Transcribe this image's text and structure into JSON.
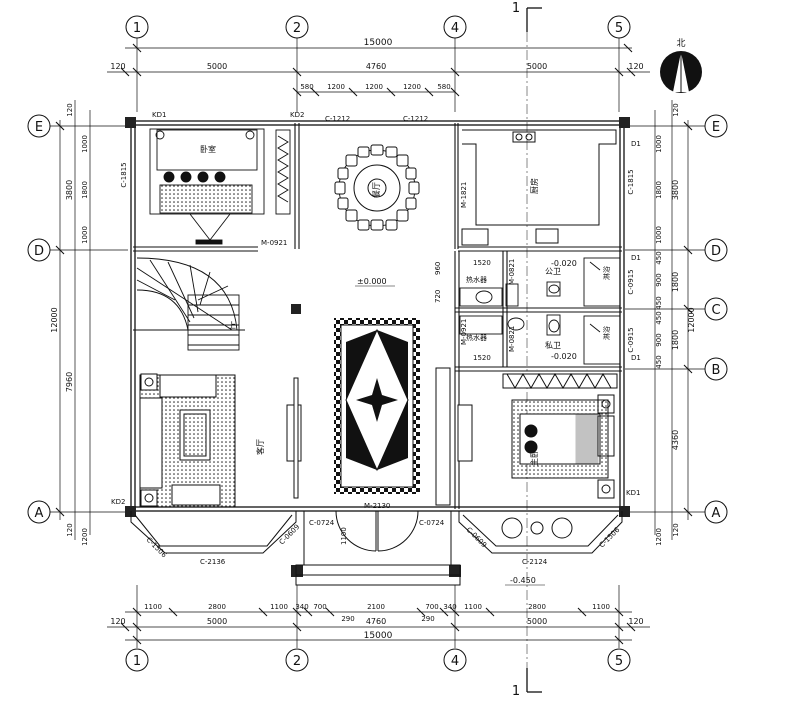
{
  "north_label": "北",
  "section_label": "1",
  "axes": {
    "top": [
      "1",
      "2",
      "4",
      "5"
    ],
    "bottom": [
      "1",
      "2",
      "4",
      "5"
    ],
    "left": [
      "E",
      "D",
      "A"
    ],
    "right": [
      "E",
      "D",
      "C",
      "B",
      "A"
    ]
  },
  "dims": {
    "top_total": "15000",
    "top_row2": [
      "120",
      "5000",
      "4760",
      "5000",
      "120"
    ],
    "top_row3": [
      "580",
      "1200",
      "1200",
      "1200",
      "580"
    ],
    "bottom_row1": [
      "1100",
      "2800",
      "1100",
      "340",
      "700",
      "2100",
      "700",
      "340",
      "1100",
      "2800",
      "1100"
    ],
    "bottom_290": [
      "290",
      "290"
    ],
    "bottom_row2": [
      "120",
      "5000",
      "4760",
      "5000",
      "120"
    ],
    "bottom_total": "15000",
    "left_inner": [
      "1000",
      "1800",
      "1000"
    ],
    "left_mid": [
      "3800",
      "7960"
    ],
    "left_outer": "12000",
    "left_120": [
      "120",
      "120"
    ],
    "left_1200": "1200",
    "right_inner": [
      "1000",
      "1800",
      "1000",
      "450",
      "900",
      "450",
      "450",
      "900",
      "450"
    ],
    "right_mid": [
      "3800",
      "1800",
      "1800",
      "4360"
    ],
    "right_outer": "12000",
    "right_120": [
      "120",
      "120"
    ],
    "right_1200": "1200",
    "room_1520": [
      "1520",
      "1520"
    ],
    "room_960": "960",
    "room_720": "720"
  },
  "labels": {
    "kd1_tl": "KD1",
    "kd2_tr": "KD2",
    "kd2_bl": "KD2",
    "kd1_br": "KD1",
    "d1": [
      "D1",
      "D1",
      "D1"
    ],
    "windows": {
      "c1212a": "C-1212",
      "c1212b": "C-1212",
      "c1815_left": "C-1815",
      "c1815_right": "C-1815",
      "c0915_a": "C-0915",
      "c0915_b": "C-0915",
      "c2136": "C-2136",
      "c2124": "C-2124",
      "c0724_a": "C-0724",
      "c0724_b": "C-0724",
      "c1506_l": "C-1506",
      "c1506_r": "C-1506",
      "c0609_l": "C-0609",
      "c0609_r": "C-0609"
    },
    "doors": {
      "m0921_a": "M-0921",
      "m0921_b": "M-0921",
      "m1821": "M-1821",
      "m2130": "M-2130",
      "m0821_a": "M-0821",
      "m0821_b": "M-0821"
    },
    "rooms": {
      "bedroom_nw": "卧室",
      "kitchen": "厨房",
      "dining": "餐厅",
      "public_wc": "公卫",
      "private_wc": "私卫",
      "master": "主卧",
      "living": "客厅",
      "up": "上"
    },
    "elev_main": "±0.000",
    "elev_wc1": "-0.020",
    "elev_wc2": "-0.020",
    "elev_porch": "-0.450",
    "dim_1100_door": "1100",
    "water_heater_1": "热水器",
    "water_heater_2": "热水器",
    "shower_1": "淋浴",
    "shower_2": "淋浴"
  }
}
